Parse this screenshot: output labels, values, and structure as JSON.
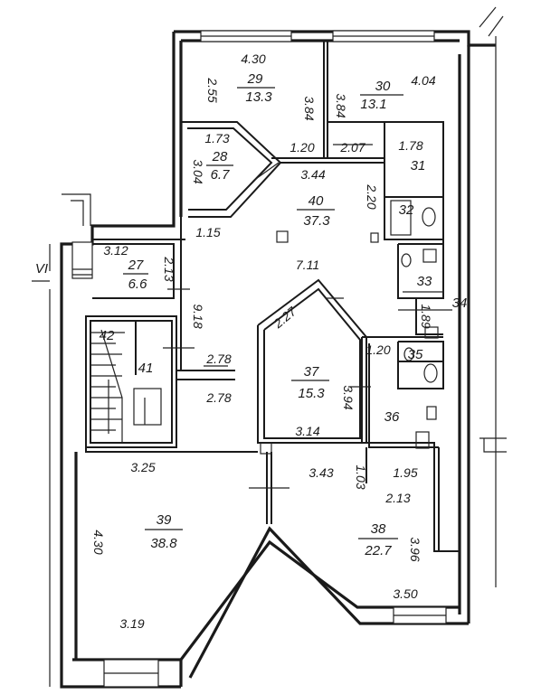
{
  "rooms": [
    {
      "id": "r29",
      "number": "29",
      "area": "13.3"
    },
    {
      "id": "r30",
      "number": "30",
      "area": "13.1"
    },
    {
      "id": "r28",
      "number": "28",
      "area": "6.7"
    },
    {
      "id": "r40",
      "number": "40",
      "area": "37.3"
    },
    {
      "id": "r27",
      "number": "27",
      "area": "6.6"
    },
    {
      "id": "r37",
      "number": "37",
      "area": "15.3"
    },
    {
      "id": "r39",
      "number": "39",
      "area": "38.8"
    },
    {
      "id": "r38",
      "number": "38",
      "area": "22.7"
    }
  ],
  "labels": {
    "r31": "31",
    "r32": "32",
    "r33": "33",
    "r34": "34",
    "r35": "35",
    "r36": "36",
    "r41": "41",
    "r42": "42",
    "entry": "VI"
  },
  "dimensions": {
    "d430_top": "4.30",
    "d255": "2.55",
    "d384_a": "3.84",
    "d384_b": "3.84",
    "d404": "4.04",
    "d173": "1.73",
    "d304": "3.04",
    "d120_top": "1.20",
    "d207": "2.07",
    "d178": "1.78",
    "d344": "3.44",
    "d220": "2.20",
    "d115": "1.15",
    "d312": "3.12",
    "d213_a": "2.13",
    "d711": "7.11",
    "d918": "9.18",
    "d227": "2.27",
    "d189": "1.89",
    "d120_mid": "1.20",
    "d278_a": "2.78",
    "d278_b": "2.78",
    "d394": "3.94",
    "d314": "3.14",
    "d325": "3.25",
    "d343": "3.43",
    "d103": "1.03",
    "d195": "1.95",
    "d213_b": "2.13",
    "d430_left": "4.30",
    "d396": "3.96",
    "d319": "3.19",
    "d350": "3.50"
  },
  "colors": {
    "ink": "#1a1a1a",
    "paper": "#ffffff"
  }
}
